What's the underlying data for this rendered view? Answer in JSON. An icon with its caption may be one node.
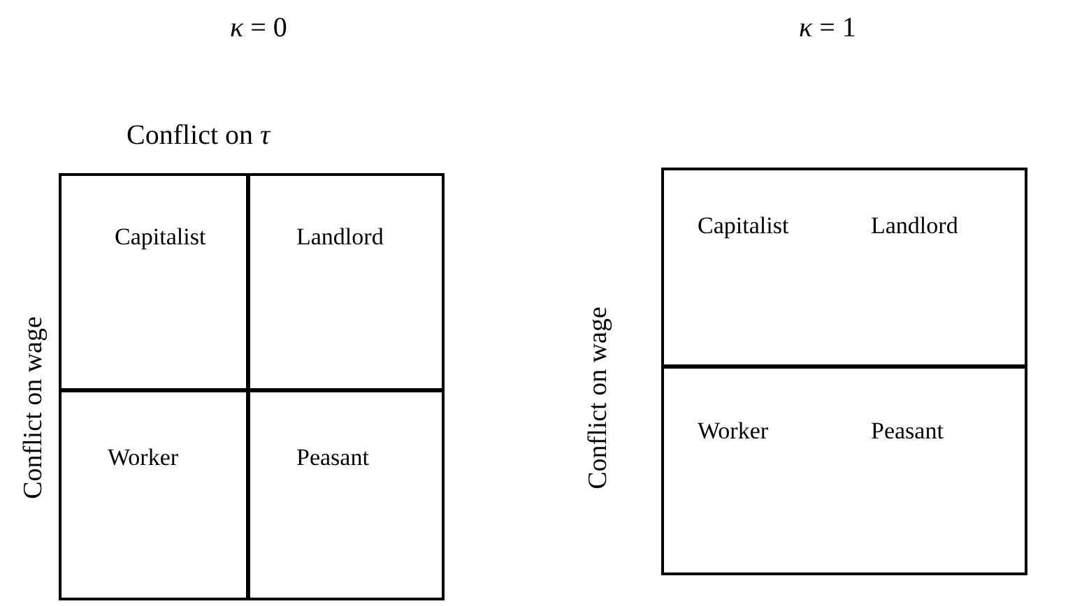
{
  "diagram": {
    "nodes": [
      {
        "text": [
          "Capitalist"
        ]
      },
      {
        "text": [
          "Landlord"
        ]
      },
      {
        "text": [
          "Worker"
        ]
      },
      {
        "text": [
          "Peasant"
        ]
      },
      {
        "text": [
          "Capitalist",
          "Landlord"
        ]
      },
      {
        "text": [
          "Worker",
          "Peasant"
        ]
      }
    ],
    "labels": [
      "*κ* = 0",
      "*κ* = 1",
      "Conflict on *τ*",
      "Conflict on wage",
      "Conflict on wage"
    ]
  }
}
